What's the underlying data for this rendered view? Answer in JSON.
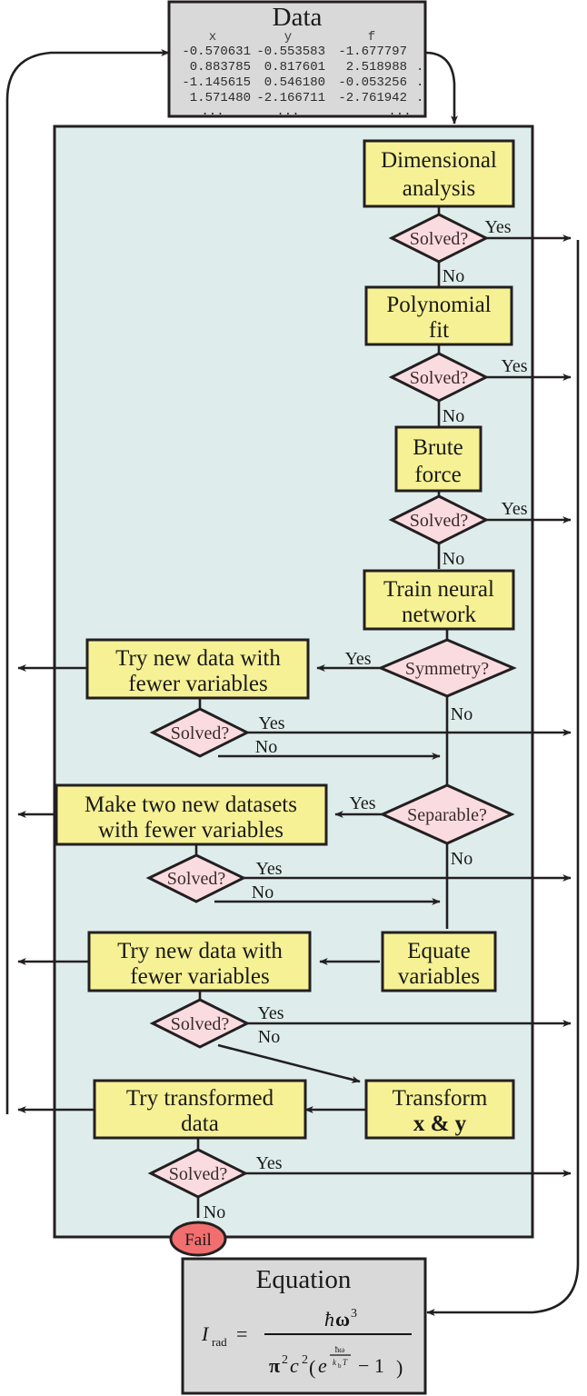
{
  "diagram": {
    "title": "AI Feynman symbolic regression flowchart",
    "colors": {
      "process_fill": "#F6F194",
      "decision_fill": "#FADCE0",
      "panel_fill": "#DEEDEB",
      "data_fill": "#D9D9D9",
      "equation_fill": "#D9D9D9",
      "fail_fill": "#F26F6F",
      "stroke": "#231f20"
    },
    "data_box": {
      "title": "Data",
      "columns": [
        "x",
        "y",
        "f"
      ],
      "rows": [
        [
          "-0.570631",
          "-0.553583",
          "-1.677797",
          ""
        ],
        [
          "0.883785",
          "0.817601",
          "2.518988",
          "."
        ],
        [
          "-1.145615",
          "0.546180",
          "-0.053256",
          "."
        ],
        [
          "1.571480",
          "-2.166711",
          "-2.761942",
          "."
        ],
        [
          "...",
          "...",
          "...",
          ""
        ]
      ]
    },
    "equation_box": {
      "title": "Equation",
      "lhs": "I",
      "lhs_sub": "rad",
      "equals": "=",
      "numerator_hbar": "ħ",
      "numerator_omega": "ω",
      "numerator_exp": "3",
      "denominator_pi": "π",
      "denominator_pi_exp": "2",
      "denominator_c": "c",
      "denominator_c_exp": "2",
      "denominator_open": "(",
      "denominator_e": "e",
      "frac_num": "ħω",
      "frac_den": "k",
      "frac_den_sub": "b",
      "frac_den_T": "T",
      "denominator_minus": "− 1",
      "denominator_close": ")",
      "plain": "I_rad = ħω³ / (π²c²(e^(ħω/k_bT) − 1))"
    },
    "processes": [
      {
        "id": "dimensional-analysis",
        "line1": "Dimensional",
        "line2": "analysis"
      },
      {
        "id": "polynomial-fit",
        "line1": "Polynomial",
        "line2": "fit"
      },
      {
        "id": "brute-force",
        "line1": "Brute",
        "line2": "force"
      },
      {
        "id": "train-neural-network",
        "line1": "Train neural",
        "line2": "network"
      },
      {
        "id": "try-new-data-fewer-variables-1",
        "line1": "Try new data with",
        "line2": "fewer variables"
      },
      {
        "id": "make-two-new-datasets",
        "line1": "Make two new datasets",
        "line2": "with fewer variables"
      },
      {
        "id": "try-new-data-fewer-variables-2",
        "line1": "Try new data with",
        "line2": "fewer variables"
      },
      {
        "id": "equate-variables",
        "line1": "Equate",
        "line2": "variables"
      },
      {
        "id": "try-transformed-data",
        "line1": "Try transformed",
        "line2": "data"
      },
      {
        "id": "transform-x-y",
        "line1": "Transform",
        "line2": "x & y"
      }
    ],
    "decisions": [
      {
        "id": "solved-1",
        "label": "Solved?"
      },
      {
        "id": "solved-2",
        "label": "Solved?"
      },
      {
        "id": "solved-3",
        "label": "Solved?"
      },
      {
        "id": "symmetry",
        "label": "Symmetry?"
      },
      {
        "id": "solved-4",
        "label": "Solved?"
      },
      {
        "id": "separable",
        "label": "Separable?"
      },
      {
        "id": "solved-5",
        "label": "Solved?"
      },
      {
        "id": "solved-6",
        "label": "Solved?"
      },
      {
        "id": "solved-7",
        "label": "Solved?"
      }
    ],
    "terminal": {
      "id": "fail",
      "label": "Fail"
    },
    "edge_labels": {
      "yes": "Yes",
      "no": "No"
    }
  }
}
